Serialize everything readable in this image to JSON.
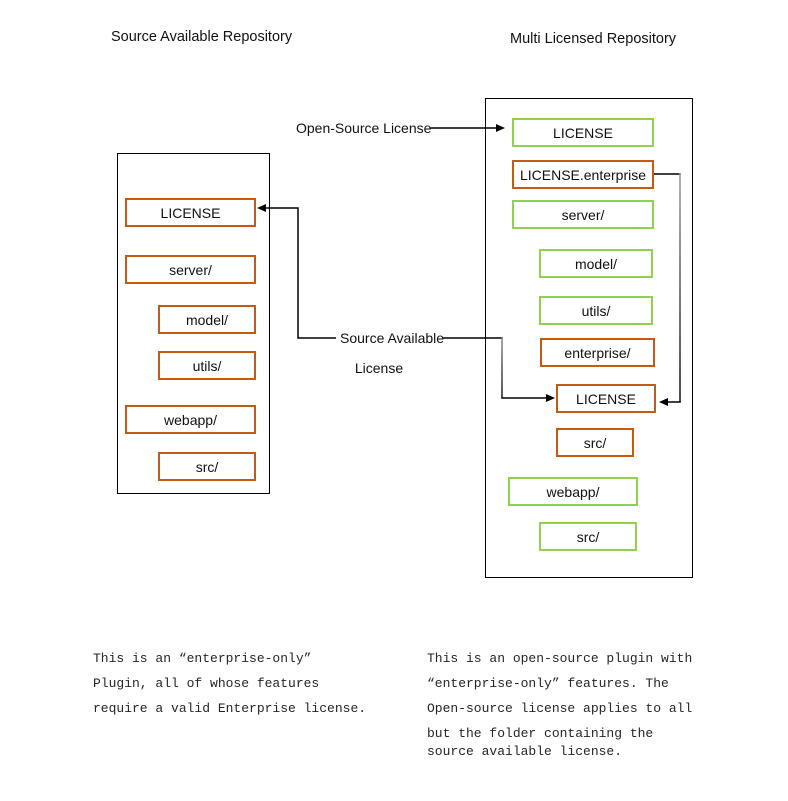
{
  "titles": {
    "left": "Source Available Repository",
    "right": "Multi Licensed Repository"
  },
  "connector_labels": {
    "open_source": "Open-Source License",
    "source_available_line1": "Source Available",
    "source_available_line2": "License"
  },
  "left_repo": {
    "boxes": [
      {
        "label": "LICENSE",
        "type": "orange"
      },
      {
        "label": "server/",
        "type": "orange"
      },
      {
        "label": "model/",
        "type": "orange"
      },
      {
        "label": "utils/",
        "type": "orange"
      },
      {
        "label": "webapp/",
        "type": "orange"
      },
      {
        "label": "src/",
        "type": "orange"
      }
    ]
  },
  "right_repo": {
    "boxes": [
      {
        "label": "LICENSE",
        "type": "green"
      },
      {
        "label": "LICENSE.enterprise",
        "type": "orange"
      },
      {
        "label": "server/",
        "type": "green"
      },
      {
        "label": "model/",
        "type": "green"
      },
      {
        "label": "utils/",
        "type": "green"
      },
      {
        "label": "enterprise/",
        "type": "orange"
      },
      {
        "label": "LICENSE",
        "type": "orange"
      },
      {
        "label": "src/",
        "type": "orange"
      },
      {
        "label": "webapp/",
        "type": "green"
      },
      {
        "label": "src/",
        "type": "green"
      }
    ]
  },
  "notes": {
    "left_lines": [
      "This is an “enterprise-only”",
      "Plugin, all of whose features",
      "require a valid Enterprise license."
    ],
    "right_lines": [
      "This is an open-source plugin with",
      "“enterprise-only” features. The",
      "Open-source license applies to all",
      "but the folder containing the",
      "source available license."
    ]
  },
  "colors": {
    "enterprise_orange": "#C55A11",
    "open_source_green": "#92D050",
    "line_black": "#000000"
  }
}
